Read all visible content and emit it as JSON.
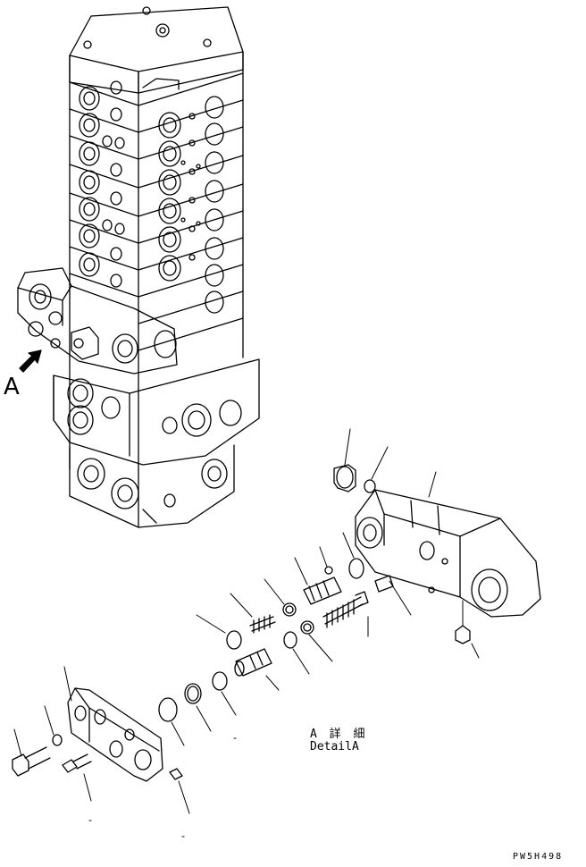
{
  "labels": {
    "view_a": "A",
    "detail_ja": "A 詳 細",
    "detail_en": "DetailA",
    "drawing_code": "PW5H498"
  }
}
